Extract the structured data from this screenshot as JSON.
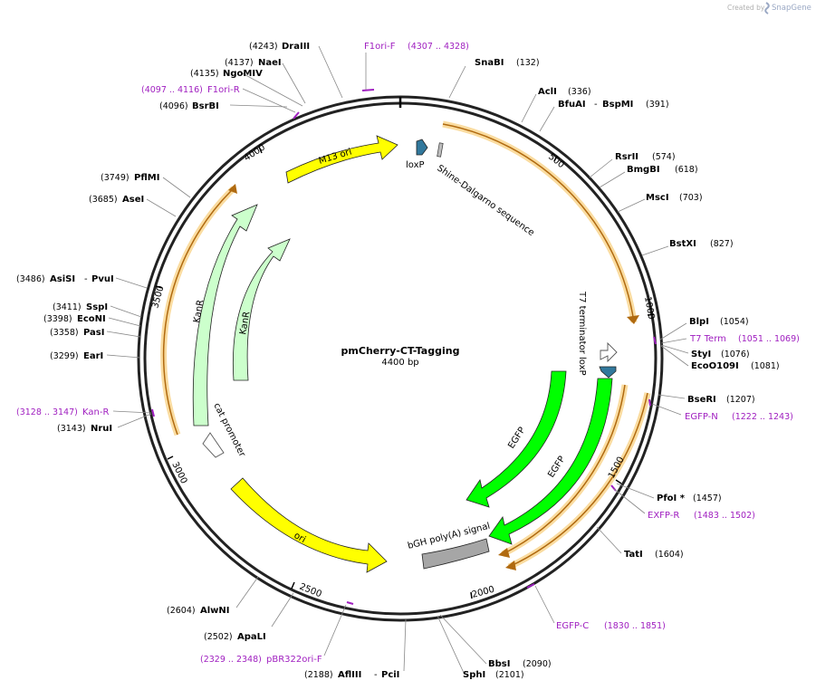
{
  "credit": {
    "created_by": "Created by",
    "brand": "SnapGene"
  },
  "plasmid": {
    "name": "pmCherry-CT-Tagging",
    "size": "4400 bp"
  },
  "features": [
    {
      "label": "M13 ori",
      "color": "#ffff00"
    },
    {
      "label": "loxP",
      "color": "#31789c"
    },
    {
      "label": "Shine-Dalgarno sequence",
      "color": "#bdbdbd"
    },
    {
      "label": "T7 terminator",
      "color": "#ffffff"
    },
    {
      "label": "loxP",
      "color": "#31789c"
    },
    {
      "label": "EGFP",
      "color": "#00ff00"
    },
    {
      "label": "EGFP",
      "color": "#00ff00"
    },
    {
      "label": "bGH poly(A) signal",
      "color": "#a6a6a6"
    },
    {
      "label": "ori",
      "color": "#ffff00"
    },
    {
      "label": "cat promoter",
      "color": "#ffffff"
    },
    {
      "label": "KanR",
      "color": "#ccffcc"
    },
    {
      "label": "KanR",
      "color": "#ccffcc"
    }
  ],
  "ticks": [
    "500",
    "1000",
    "1500",
    "2000",
    "2500",
    "3000",
    "3500",
    "4000"
  ],
  "sites": [
    {
      "name": "DraIII",
      "pos": "(4243)"
    },
    {
      "name": "NaeI",
      "pos": "(4137)"
    },
    {
      "name": "NgoMIV",
      "pos": "(4135)"
    },
    {
      "name": "BsrBI",
      "pos": "(4096)"
    },
    {
      "name": "SnaBI",
      "pos": "(132)"
    },
    {
      "name": "AclI",
      "pos": "(336)"
    },
    {
      "name": "BfuAI",
      "name2": "BspMI",
      "pos": "(391)"
    },
    {
      "name": "RsrII",
      "pos": "(574)"
    },
    {
      "name": "BmgBI",
      "pos": "(618)"
    },
    {
      "name": "MscI",
      "pos": "(703)"
    },
    {
      "name": "BstXI",
      "pos": "(827)"
    },
    {
      "name": "BlpI",
      "pos": "(1054)"
    },
    {
      "name": "StyI",
      "pos": "(1076)"
    },
    {
      "name": "EcoO109I",
      "pos": "(1081)"
    },
    {
      "name": "BseRI",
      "pos": "(1207)"
    },
    {
      "name": "PfoI *",
      "pos": "(1457)"
    },
    {
      "name": "TatI",
      "pos": "(1604)"
    },
    {
      "name": "BbsI",
      "pos": "(2090)"
    },
    {
      "name": "SphI",
      "pos": "(2101)"
    },
    {
      "name": "AflIII",
      "name2": "PciI",
      "pos": "(2188)"
    },
    {
      "name": "ApaLI",
      "pos": "(2502)"
    },
    {
      "name": "AlwNI",
      "pos": "(2604)"
    },
    {
      "name": "NruI",
      "pos": "(3143)"
    },
    {
      "name": "EarI",
      "pos": "(3299)"
    },
    {
      "name": "PasI",
      "pos": "(3358)"
    },
    {
      "name": "EcoNI",
      "pos": "(3398)"
    },
    {
      "name": "SspI",
      "pos": "(3411)"
    },
    {
      "name": "AsiSI",
      "name2": "PvuI",
      "pos": "(3486)"
    },
    {
      "name": "AseI",
      "pos": "(3685)"
    },
    {
      "name": "PflMI",
      "pos": "(3749)"
    }
  ],
  "primers": [
    {
      "name": "F1ori-F",
      "pos": "(4307 .. 4328)"
    },
    {
      "name": "F1ori-R",
      "pos": "(4097 .. 4116)"
    },
    {
      "name": "T7 Term",
      "pos": "(1051 .. 1069)"
    },
    {
      "name": "EGFP-N",
      "pos": "(1222 .. 1243)"
    },
    {
      "name": "EXFP-R",
      "pos": "(1483 .. 1502)"
    },
    {
      "name": "EGFP-C",
      "pos": "(1830 .. 1851)"
    },
    {
      "name": "pBR322ori-F",
      "pos": "(2329 .. 2348)"
    },
    {
      "name": "Kan-R",
      "pos": "(3128 .. 3147)"
    }
  ]
}
